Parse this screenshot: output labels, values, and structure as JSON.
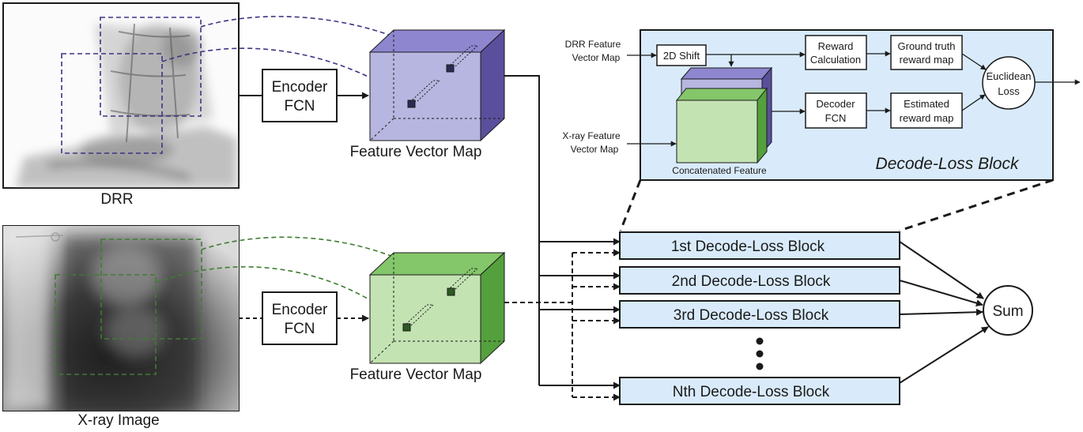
{
  "images": {
    "drr_label": "DRR",
    "xray_label": "X-ray Image"
  },
  "encoders": {
    "top": [
      "Encoder",
      "FCN"
    ],
    "bottom": [
      "Encoder",
      "FCN"
    ]
  },
  "feature_maps": {
    "top_label": "Feature Vector Map",
    "bottom_label": "Feature Vector Map"
  },
  "decode_blocks": [
    "1st Decode-Loss Block",
    "2nd Decode-Loss Block",
    "3rd Decode-Loss Block",
    "Nth Decode-Loss Block"
  ],
  "sum_label": "Sum",
  "detail": {
    "title": "Decode-Loss Block",
    "drr_input": [
      "DRR Feature",
      "Vector Map"
    ],
    "xray_input": [
      "X-ray Feature",
      "Vector Map"
    ],
    "shift": "2D Shift",
    "reward_calc": [
      "Reward",
      "Calculation"
    ],
    "gt_reward": [
      "Ground truth",
      "reward map"
    ],
    "decoder": [
      "Decoder",
      "FCN"
    ],
    "est_reward": [
      "Estimated",
      "reward map"
    ],
    "loss": [
      "Euclidean",
      "Loss"
    ],
    "concat_label": "Concatenated Feature"
  },
  "colors": {
    "purple_front": "#b7b6e0",
    "purple_top": "#8e86cf",
    "purple_side": "#5a4f9d",
    "green_front": "#c4e3b3",
    "green_top": "#84c66a",
    "green_side": "#54a03d",
    "block_fill": "#d9ebfb",
    "stroke": "#1a1a1a",
    "purple_dash": "#3c3584",
    "green_dash": "#3f7d33"
  }
}
